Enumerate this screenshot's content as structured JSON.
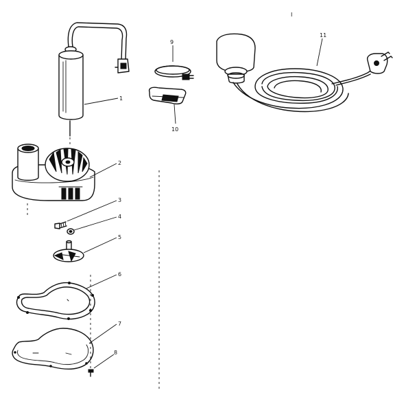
{
  "callouts": {
    "top_mark": "I",
    "c1": "1",
    "c2": "2",
    "c3": "3",
    "c4": "4",
    "c5": "5",
    "c6": "6",
    "c7": "7",
    "c8": "8",
    "c9": "9",
    "c10": "10",
    "c11": "11"
  }
}
